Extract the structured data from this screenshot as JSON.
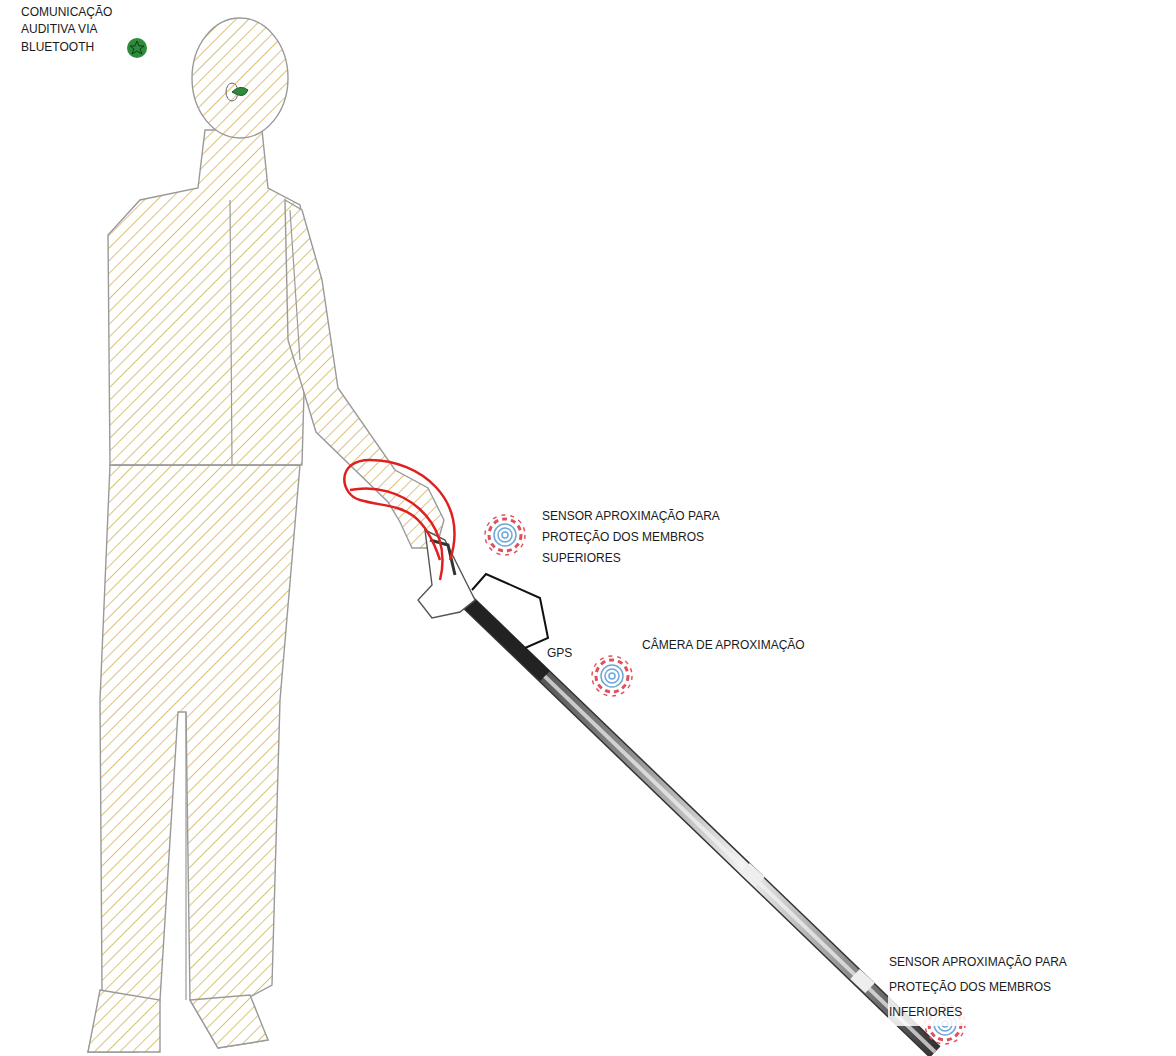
{
  "diagram": {
    "labels": [
      "COMUNICAÇÃO AUDITIVA VIA BLUETOOTH",
      "SENSOR APROXIMAÇÃO PARA PROTEÇÃO DOS MEMBROS SUPERIORES",
      "GPS",
      "CÂMERA DE APROXIMAÇÃO",
      "SENSOR APROXIMAÇÃO PARA PROTEÇÃO DOS MEMBROS INFERIORES"
    ]
  }
}
